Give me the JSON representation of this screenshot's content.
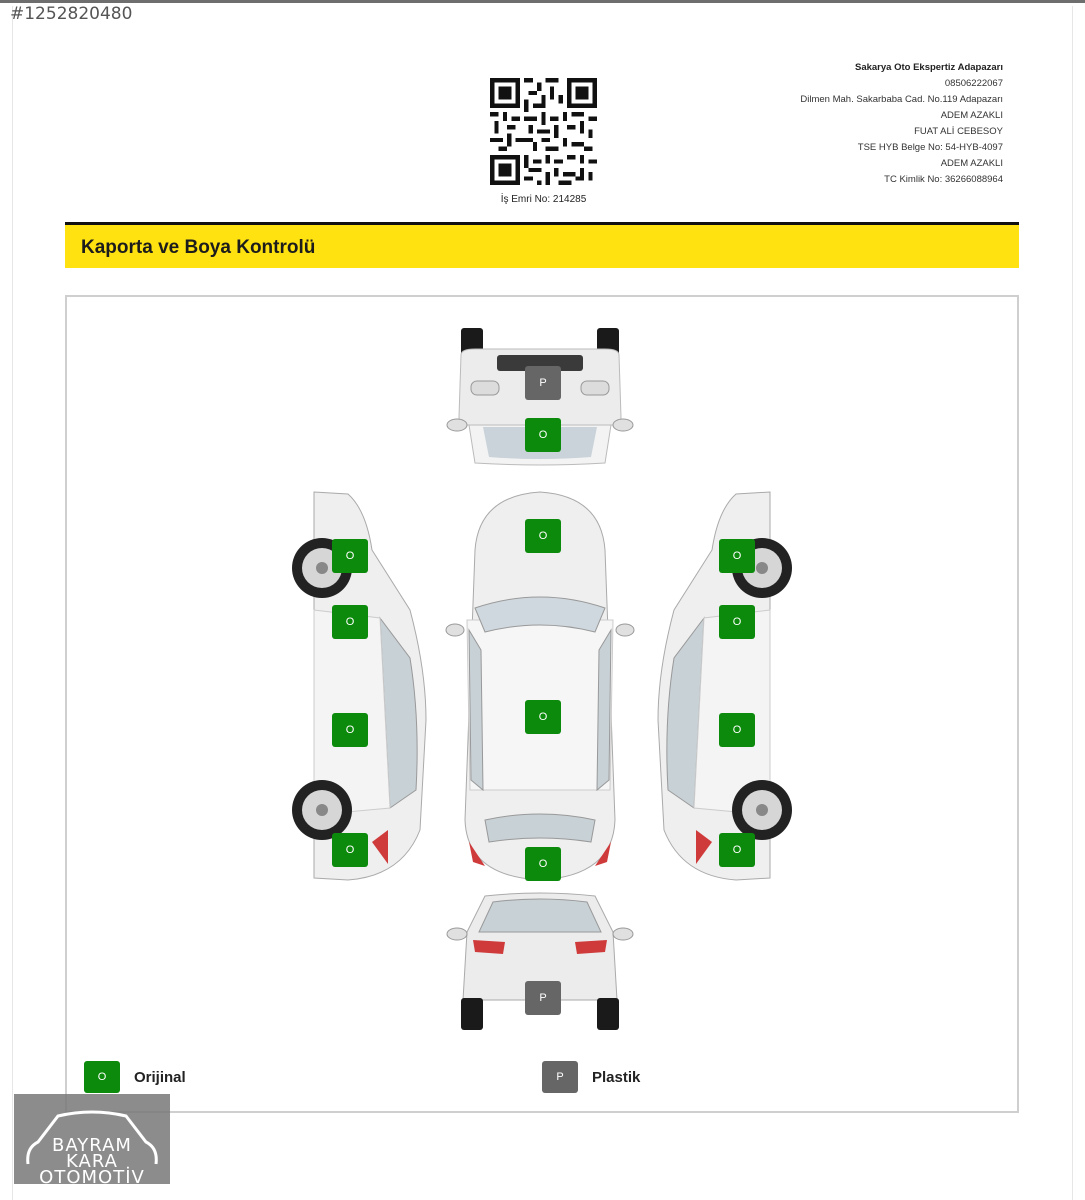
{
  "listing_id": "#1252820480",
  "header": {
    "order_no": "İş Emri No: 214285",
    "company": {
      "name": "Sakarya Oto Ekspertiz Adapazarı",
      "phone": "08506222067",
      "address": "Dilmen Mah. Sakarbaba Cad. No.119 Adapazarı",
      "person1": "ADEM AZAKLI",
      "person2": "FUAT ALİ CEBESOY",
      "tse": "TSE HYB Belge No: 54-HYB-4097",
      "person3": "ADEM AZAKLI",
      "tc": "TC Kimlik No: 36266088964"
    }
  },
  "section": {
    "title": "Kaporta ve Boya Kontrolü"
  },
  "parts": {
    "front_bumper": "P",
    "hood_front": "O",
    "hood": "O",
    "roof": "O",
    "trunk": "O",
    "rear_bumper": "P",
    "left_front_fender": "O",
    "left_front_door": "O",
    "left_rear_door": "O",
    "left_rear_fender": "O",
    "right_front_fender": "O",
    "right_front_door": "O",
    "right_rear_door": "O",
    "right_rear_fender": "O"
  },
  "legend": {
    "original": {
      "code": "O",
      "label": "Orijinal",
      "color": "#0c8a0c"
    },
    "plastic": {
      "code": "P",
      "label": "Plastik",
      "color": "#666666"
    }
  },
  "watermark": {
    "line1": "BAYRAM",
    "line2": "KARA",
    "line3": "OTOMOTİV"
  }
}
